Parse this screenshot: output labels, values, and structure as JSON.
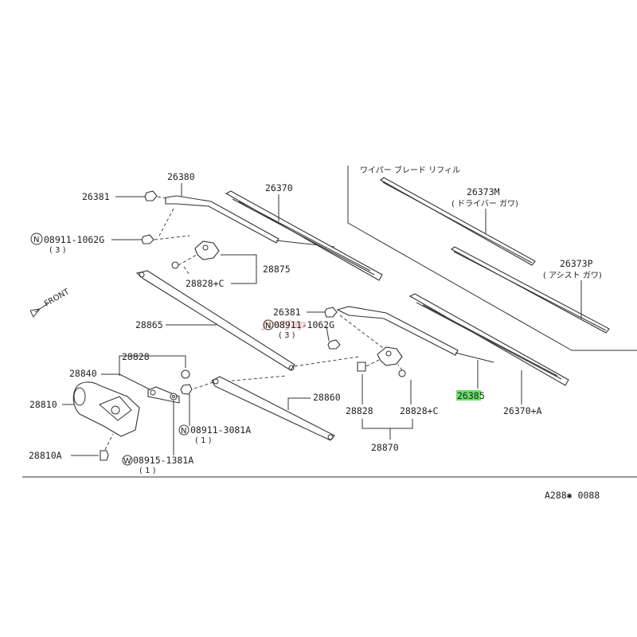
{
  "labels": {
    "p26380": "26380",
    "p26381_top": "26381",
    "p26370": "26370",
    "p08911_1062g_top": "08911-1062G",
    "qty3_top": "( 3 )",
    "p28875": "28875",
    "p28828c_top": "28828+C",
    "front": "FRONT",
    "p28865": "28865",
    "p26381_mid": "26381",
    "p08911_1062g_mid": "08911-1062G",
    "qty3_mid": "( 3 )",
    "p28828_left": "28828",
    "p28840": "28840",
    "p28810": "28810",
    "p28860": "28860",
    "p08911_3081a": "08911-3081A",
    "qty1_a": "( 1 )",
    "p28810a": "28810A",
    "p08915_1381a": "08915-1381A",
    "qty1_b": "( 1 )",
    "p28828_right": "28828",
    "p28828c_right": "28828+C",
    "p28870": "28870",
    "p26385_hl": "2638",
    "p26385_tail": "5",
    "p26370a": "26370+A",
    "refill_title": "ワイパー ブレード リフィル",
    "p26373m": "26373M",
    "driver_side": "( ドライバー ガワ)",
    "p26373p": "26373P",
    "assist_side": "( アシスト ガワ)",
    "ref_code": "A288✱ 0088",
    "watermark": "JustJap",
    "sym_n": "N",
    "sym_w": "W"
  },
  "colors": {
    "highlight": "#66e06a",
    "line": "#333333",
    "watermark": "#e8a0a0"
  },
  "icons": [
    "front-arrow-icon",
    "circled-n-icon",
    "circled-w-icon"
  ]
}
